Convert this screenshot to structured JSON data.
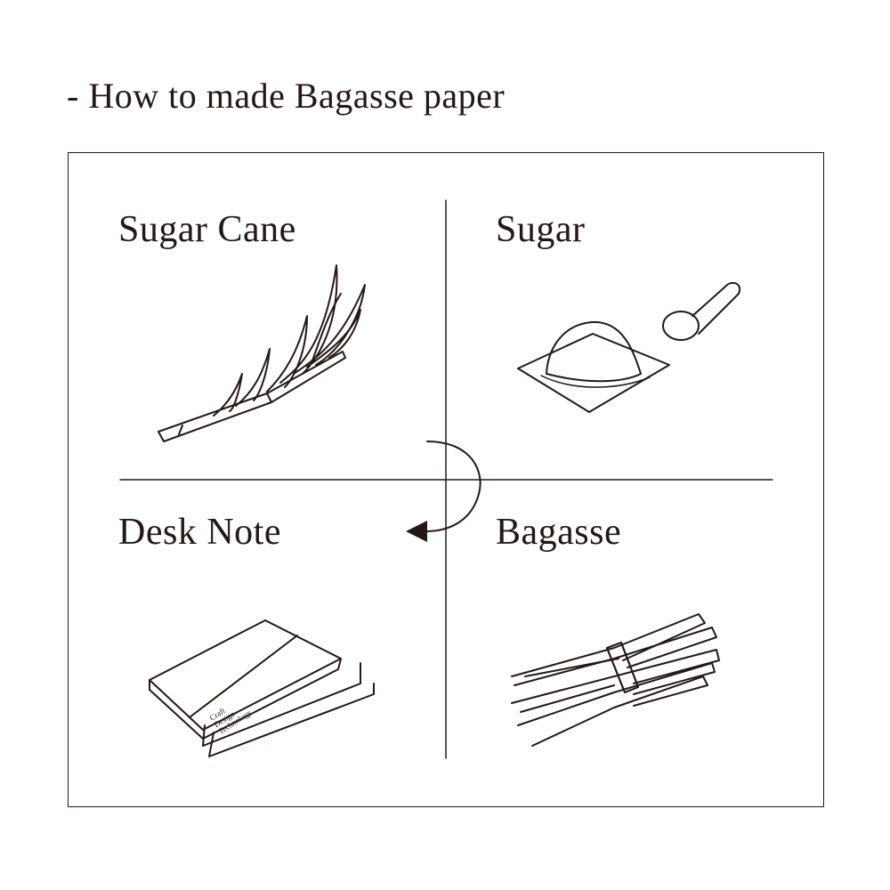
{
  "title": "- How to made Bagasse paper",
  "steps": [
    {
      "label": "Sugar Cane",
      "icon": "sugar-cane-icon"
    },
    {
      "label": "Sugar",
      "icon": "sugar-icon"
    },
    {
      "label": "Bagasse",
      "icon": "bagasse-icon"
    },
    {
      "label": "Desk Note",
      "icon": "desk-note-icon"
    }
  ],
  "desk_note_cover_text": [
    "Craft",
    "Design",
    "Technology"
  ],
  "colors": {
    "ink": "#231815",
    "background": "#ffffff"
  }
}
